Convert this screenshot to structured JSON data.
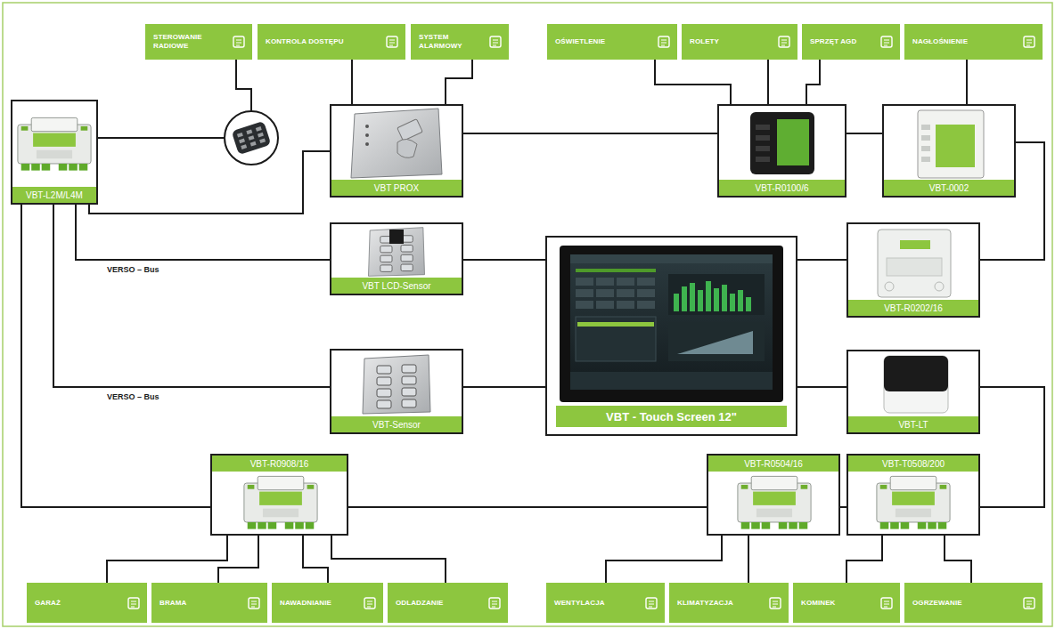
{
  "diagram": {
    "nodes": [
      {
        "text": [
          "STEROWANIE RADIOWE"
        ]
      },
      {
        "text": [
          "KONTROLA DOSTĘPU"
        ]
      },
      {
        "text": [
          "SYSTEM ALARMOWY"
        ]
      },
      {
        "text": [
          "OŚWIETLENIE"
        ]
      },
      {
        "text": [
          "ROLETY"
        ]
      },
      {
        "text": [
          "SPRZĘT AGD"
        ]
      },
      {
        "text": [
          "NAGŁOŚNIENIE"
        ]
      },
      {
        "text": [
          "VBT-L2M/L4M"
        ]
      },
      {
        "text": [
          "VBT PROX"
        ]
      },
      {
        "text": [
          "VBT-R0100/6"
        ]
      },
      {
        "text": [
          "VBT-0002"
        ]
      },
      {
        "text": [
          "VBT LCD-Sensor"
        ]
      },
      {
        "text": [
          "VBT - Touch Screen 12\""
        ]
      },
      {
        "text": [
          "VBT-R0202/16"
        ]
      },
      {
        "text": [
          "VBT-Sensor"
        ]
      },
      {
        "text": [
          "VBT-LT"
        ]
      },
      {
        "text": [
          "VBT-R0908/16"
        ]
      },
      {
        "text": [
          "VBT-R0504/16"
        ]
      },
      {
        "text": [
          "VBT-T0508/200"
        ]
      },
      {
        "text": [
          "GARAŻ"
        ]
      },
      {
        "text": [
          "BRAMA"
        ]
      },
      {
        "text": [
          "NAWADNIANIE"
        ]
      },
      {
        "text": [
          "ODLADZANIE"
        ]
      },
      {
        "text": [
          "WENTYLACJA"
        ]
      },
      {
        "text": [
          "KLIMATYZACJA"
        ]
      },
      {
        "text": [
          "KOMINEK"
        ]
      },
      {
        "text": [
          "OGRZEWANIE"
        ]
      }
    ],
    "edges": [
      {
        "from": 7,
        "to": 8,
        "arrow": "none"
      },
      {
        "from": 7,
        "to": 11,
        "label": "VERSO – Bus",
        "arrow": "none"
      },
      {
        "from": 7,
        "to": 14,
        "label": "VERSO – Bus",
        "arrow": "none"
      },
      {
        "from": 7,
        "to": 16,
        "arrow": "none"
      },
      {
        "from": 1,
        "to": 8,
        "arrow": "none"
      },
      {
        "from": 2,
        "to": 8,
        "arrow": "none"
      },
      {
        "from": 8,
        "to": 9,
        "arrow": "none"
      },
      {
        "from": 3,
        "to": 9,
        "arrow": "none"
      },
      {
        "from": 4,
        "to": 9,
        "arrow": "none"
      },
      {
        "from": 5,
        "to": 9,
        "arrow": "none"
      },
      {
        "from": 9,
        "to": 10,
        "arrow": "none"
      },
      {
        "from": 6,
        "to": 10,
        "arrow": "none"
      },
      {
        "from": 10,
        "to": 13,
        "arrow": "none"
      },
      {
        "from": 11,
        "to": 12,
        "arrow": "none"
      },
      {
        "from": 14,
        "to": 12,
        "arrow": "none"
      },
      {
        "from": 12,
        "to": 13,
        "arrow": "none"
      },
      {
        "from": 12,
        "to": 15,
        "arrow": "none"
      },
      {
        "from": 15,
        "to": 18,
        "arrow": "none"
      },
      {
        "from": 16,
        "to": 17,
        "arrow": "none"
      },
      {
        "from": 17,
        "to": 18,
        "arrow": "none"
      },
      {
        "from": 16,
        "to": 19,
        "arrow": "none"
      },
      {
        "from": 16,
        "to": 20,
        "arrow": "none"
      },
      {
        "from": 16,
        "to": 21,
        "arrow": "none"
      },
      {
        "from": 16,
        "to": 22,
        "arrow": "none"
      },
      {
        "from": 17,
        "to": 23,
        "arrow": "none"
      },
      {
        "from": 17,
        "to": 24,
        "arrow": "none"
      },
      {
        "from": 18,
        "to": 25,
        "arrow": "none"
      },
      {
        "from": 18,
        "to": 26,
        "arrow": "none"
      }
    ]
  }
}
